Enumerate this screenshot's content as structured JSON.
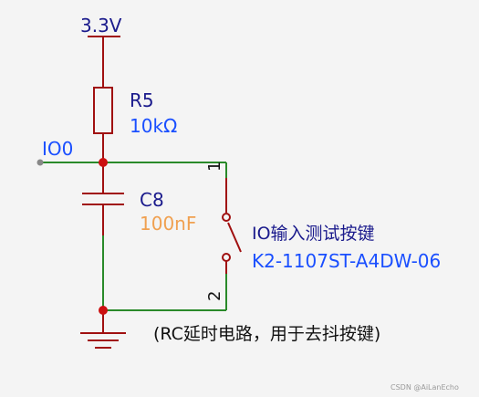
{
  "power": {
    "label": "3.3V"
  },
  "resistor": {
    "ref": "R5",
    "value": "10kΩ"
  },
  "net": {
    "label": "IO0"
  },
  "capacitor": {
    "ref": "C8",
    "value": "100nF"
  },
  "switch": {
    "pin1": "1",
    "pin2": "2",
    "description": "IO输入测试按键",
    "part": "K2-1107ST-A4DW-06"
  },
  "note": "(RC延时电路，用于去抖按键)",
  "watermark": "CSDN @AiLanEcho",
  "colors": {
    "wire": "#2a8a2a",
    "component": "#a01010",
    "junction": "#cc1010",
    "text_ref": "#1a1a8c",
    "text_value": "#1a4fff",
    "text_cap_value": "#f0a050"
  }
}
